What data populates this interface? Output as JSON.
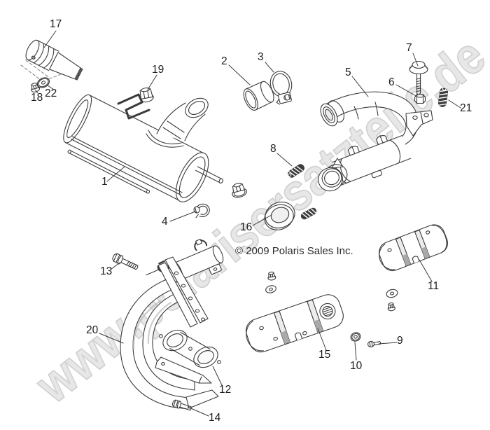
{
  "watermark": {
    "text": "www.polarisersatzteile.de"
  },
  "copyright": {
    "text": "© 2009 Polaris Sales Inc."
  },
  "colors": {
    "background": "#ffffff",
    "line": "#3a3a3a",
    "watermark_fill": "#e3e3e3",
    "watermark_outline": "#c9c9c9",
    "spring_fill": "#3d3d3d"
  },
  "callouts": [
    {
      "label": "1"
    },
    {
      "label": "2"
    },
    {
      "label": "3"
    },
    {
      "label": "4"
    },
    {
      "label": "5"
    },
    {
      "label": "6"
    },
    {
      "label": "7"
    },
    {
      "label": "8"
    },
    {
      "label": "9"
    },
    {
      "label": "10"
    },
    {
      "label": "11"
    },
    {
      "label": "12"
    },
    {
      "label": "13"
    },
    {
      "label": "14"
    },
    {
      "label": "15"
    },
    {
      "label": "16"
    },
    {
      "label": "17"
    },
    {
      "label": "18"
    },
    {
      "label": "19"
    },
    {
      "label": "20"
    },
    {
      "label": "21"
    },
    {
      "label": "22"
    }
  ]
}
